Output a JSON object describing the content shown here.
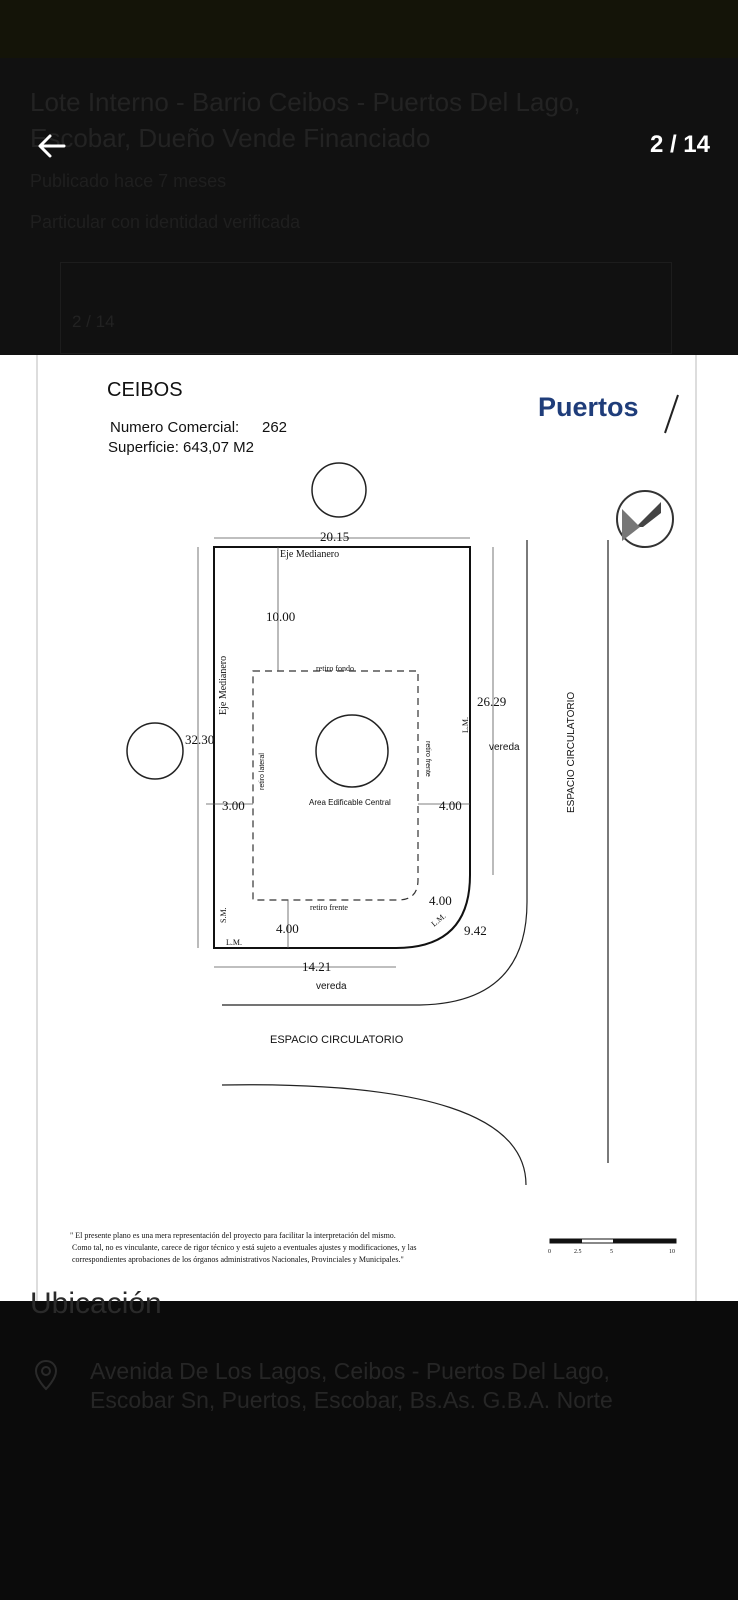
{
  "header": {
    "back_icon": "arrow-left-icon",
    "counter": "2 / 14"
  },
  "background": {
    "listing_title": "Lote Interno - Barrio Ceibos - Puertos Del Lago, Escobar, Dueño Vende Financiado",
    "published": "Publicado hace 7 meses",
    "seller": "Particular con identidad verificada",
    "thumb_counter": "2 / 14",
    "section_title": "Ubicación",
    "location_icon": "map-pin-icon",
    "address": "Avenida De Los Lagos, Ceibos - Puertos Del Lago, Escobar Sn, Puertos, Escobar, Bs.As. G.B.A. Norte"
  },
  "plan": {
    "barrio": "CEIBOS",
    "numero_comercial_label": "Numero Comercial:",
    "numero_comercial_value": "262",
    "superficie": "Superficie: 643,07 M2",
    "brand": "Puertos",
    "dims": {
      "top": "20.15",
      "left": "32.30",
      "right": "26.29",
      "bottom": "14.21",
      "curve": "9.42",
      "retiro_fondo_val": "10.00",
      "retiro_lateral_val": "3.00",
      "retiro_frente_lat_val": "4.00",
      "retiro_frente_val": "4.00",
      "curve_retiro_val": "4.00"
    },
    "labels": {
      "eje_medianero_top": "Eje Medianero",
      "eje_medianero_left": "Eje Medianero",
      "retiro_fondo": "retiro fondo",
      "retiro_lateral": "retiro lateral",
      "retiro_frente_side": "retiro frente",
      "retiro_frente": "retiro frente",
      "area_edificable": "Area Edificable Central",
      "vereda_right": "vereda",
      "vereda_bottom": "vereda",
      "lm_right": "L.M.",
      "lm_curve": "L.M.",
      "lm_bottom": "L.M.",
      "sm": "S.M.",
      "espacio_bottom": "ESPACIO CIRCULATORIO",
      "espacio_right": "ESPACIO CIRCULATORIO"
    },
    "disclaimer": [
      "\" El presente plano es una mera representación del proyecto para facilitar la interpretación del mismo.",
      "Como tal, no es vinculante, carece de rigor técnico y está sujeto a eventuales ajustes y modificaciones, y las",
      "correspondientes aprobaciones de los órganos administrativos Nacionales, Provinciales y Municipales.\""
    ],
    "scale_labels": [
      "0",
      "2.5",
      "5",
      "10"
    ]
  },
  "colors": {
    "brand": "#1f3d7a",
    "background": "#0b0b0b"
  }
}
